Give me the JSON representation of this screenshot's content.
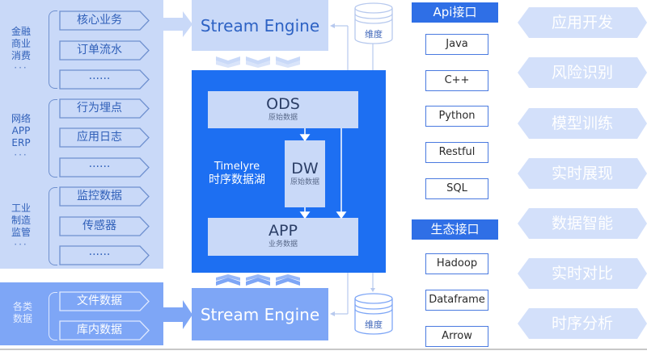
{
  "colors": {
    "source_panel": "#c9d9f8",
    "source_panel_dark": "#7ea6f6",
    "core_blue": "#1d6ff2",
    "header_blue": "#2f6fe6",
    "hex_fill": "#d3e0fa"
  },
  "sources": {
    "groups": [
      {
        "label_lines": [
          "金融",
          "商业",
          "消费"
        ],
        "more": "···",
        "items": [
          "核心业务",
          "订单流水",
          "······"
        ]
      },
      {
        "label_lines": [
          "网络",
          "APP",
          "ERP"
        ],
        "more": "···",
        "items": [
          "行为埋点",
          "应用日志",
          "······"
        ]
      },
      {
        "label_lines": [
          "工业",
          "制造",
          "监管"
        ],
        "more": "···",
        "items": [
          "监控数据",
          "传感器",
          "······"
        ]
      }
    ],
    "batch_group": {
      "label_lines": [
        "各类",
        "数据"
      ],
      "items": [
        "文件数据",
        "库内数据"
      ]
    }
  },
  "engines": {
    "top": "Stream Engine",
    "bottom": "Stream Engine"
  },
  "dimension": {
    "top": "维度",
    "bottom": "维度"
  },
  "core": {
    "title_en": "Timelyre",
    "title_cn": "时序数据湖",
    "ods": {
      "title": "ODS",
      "sub": "原始数据"
    },
    "dw": {
      "title": "DW",
      "sub": "原始数据"
    },
    "app": {
      "title": "APP",
      "sub": "业务数据"
    }
  },
  "api": {
    "header": "Api接口",
    "items": [
      "Java",
      "C++",
      "Python",
      "Restful",
      "SQL"
    ]
  },
  "ecosystem": {
    "header": "生态接口",
    "items": [
      "Hadoop",
      "Dataframe",
      "Arrow"
    ]
  },
  "applications": [
    "应用开发",
    "风险识别",
    "模型训练",
    "实时展现",
    "数据智能",
    "实时对比",
    "时序分析"
  ]
}
